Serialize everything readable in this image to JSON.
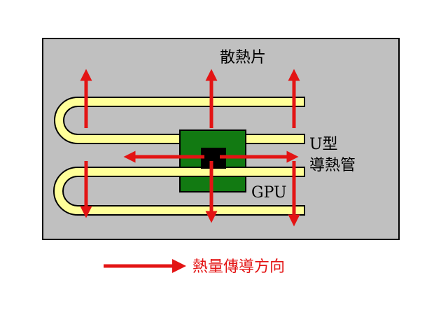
{
  "labels": {
    "heat_sink": "散熱片",
    "heat_pipe_line1": "U型",
    "heat_pipe_line2": "導熱管",
    "gpu": "GPU",
    "legend": "熱量傳導方向"
  },
  "colors": {
    "panel": "#c0c0c0",
    "pipe": "#ffff99",
    "gpu_board": "#127a12",
    "gpu_die": "#000000",
    "arrow": "#e31414",
    "legend_text": "#e31414"
  }
}
